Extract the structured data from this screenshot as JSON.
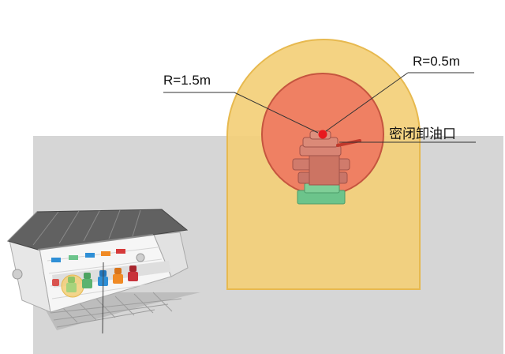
{
  "labels": {
    "outer_radius": "R=1.5m",
    "inner_radius": "R=0.5m",
    "outlet": "密闭卸油口"
  },
  "colors": {
    "page_background": "#ffffff",
    "ground": "#d6d6d6",
    "outer_zone": "#f3cf78",
    "outer_zone_border": "#e7b94f",
    "inner_zone": "#ee7b61",
    "inner_zone_border": "#c5553f",
    "outlet_point": "#e8191f",
    "pipe_base": "#6cc48b"
  },
  "icons": {
    "unloading_station": "fuel-unloading-station-3d-icon"
  }
}
